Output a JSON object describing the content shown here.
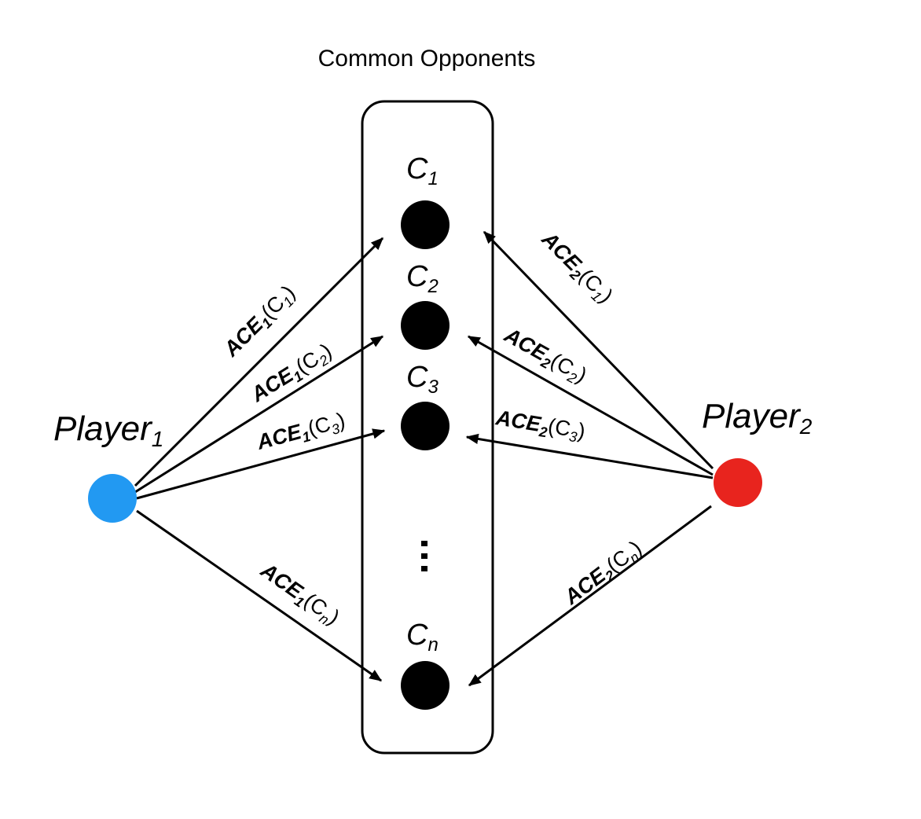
{
  "title": "Common Opponents",
  "players": {
    "p1": {
      "name": "Player",
      "sub": "1",
      "color": "#2299f2"
    },
    "p2": {
      "name": "Player",
      "sub": "2",
      "color": "#e8241e"
    }
  },
  "opponents": [
    {
      "letter": "C",
      "sub": "1"
    },
    {
      "letter": "C",
      "sub": "2"
    },
    {
      "letter": "C",
      "sub": "3"
    },
    {
      "letter": "C",
      "sub": "n"
    }
  ],
  "ellipsis": "⋮",
  "edges_p1": [
    {
      "ace": "ACE",
      "ace_sub": "1",
      "open": "(C",
      "c_sub": "1",
      "close": ")"
    },
    {
      "ace": "ACE",
      "ace_sub": "1",
      "open": "(C",
      "c_sub": "2",
      "close": ")"
    },
    {
      "ace": "ACE",
      "ace_sub": "1",
      "open": "(C",
      "c_sub": "3",
      "close": ")"
    },
    {
      "ace": "ACE",
      "ace_sub": "1",
      "open": "(C",
      "c_sub": "n",
      "close": ")"
    }
  ],
  "edges_p2": [
    {
      "ace": "ACE",
      "ace_sub": "2",
      "open": "(C",
      "c_sub": "1",
      "close": ")"
    },
    {
      "ace": "ACE",
      "ace_sub": "2",
      "open": "(C",
      "c_sub": "2",
      "close": ")"
    },
    {
      "ace": "ACE",
      "ace_sub": "2",
      "open": "(C",
      "c_sub": "3",
      "close": ")"
    },
    {
      "ace": "ACE",
      "ace_sub": "2",
      "open": "(C",
      "c_sub": "n",
      "close": ")"
    }
  ]
}
